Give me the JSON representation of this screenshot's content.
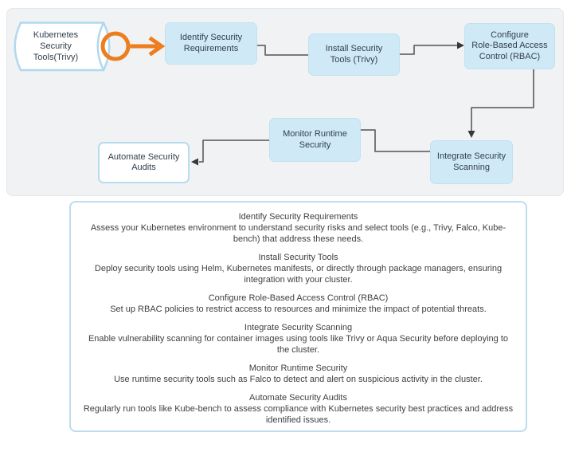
{
  "flowchart": {
    "source_label": "Kubernetes\nSecurity\nTools(Trivy)",
    "nodes": [
      {
        "id": "identify",
        "label": "Identify Security\nRequirements"
      },
      {
        "id": "install",
        "label": "Install Security\nTools (Trivy)"
      },
      {
        "id": "rbac",
        "label": "Configure\nRole-Based Access\nControl (RBAC)"
      },
      {
        "id": "integrate",
        "label": "Integrate Security\nScanning"
      },
      {
        "id": "monitor",
        "label": "Monitor Runtime\nSecurity"
      },
      {
        "id": "automate",
        "label": "Automate Security\nAudits"
      }
    ],
    "colors": {
      "node_fill": "#cfe9f7",
      "node_border": "#b6dcf0",
      "panel_bg": "#f1f2f4",
      "connector": "#6a6a6a",
      "arrowhead": "#383838",
      "start_marker_orange": "#ED7E20",
      "details_border": "#bedcee"
    }
  },
  "details": {
    "sections": [
      {
        "title": "Identify Security Requirements",
        "body": "Assess your Kubernetes environment to understand security risks and select tools (e.g., Trivy, Falco, Kube-bench) that address these needs."
      },
      {
        "title": "Install Security Tools",
        "body": "Deploy security tools using Helm, Kubernetes manifests, or directly through package managers, ensuring integration with your cluster."
      },
      {
        "title": "Configure Role-Based Access Control (RBAC)",
        "body": "Set up RBAC policies to restrict access to resources and minimize the impact of potential threats."
      },
      {
        "title": "Integrate Security Scanning",
        "body": "Enable vulnerability scanning for container images using tools like Trivy or Aqua Security before deploying to the cluster."
      },
      {
        "title": "Monitor Runtime Security",
        "body": "Use runtime security tools such as Falco to detect and alert on suspicious activity in the cluster."
      },
      {
        "title": "Automate Security Audits",
        "body": "Regularly run tools like Kube-bench to assess compliance with Kubernetes security best practices and address identified issues."
      }
    ]
  }
}
